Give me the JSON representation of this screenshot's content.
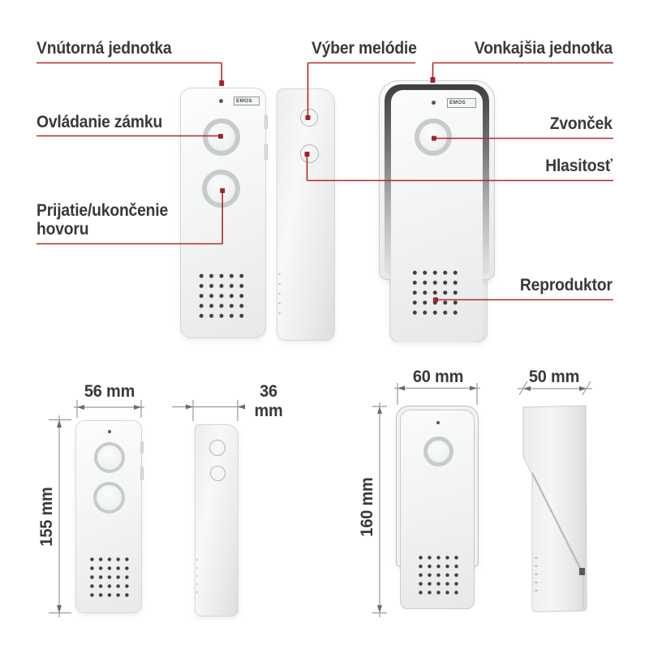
{
  "page": {
    "background": "#ffffff",
    "type": "product-annotation-diagram"
  },
  "brand": {
    "logo_text": "EMOS"
  },
  "colors": {
    "accent_red": "#b2282d",
    "label_text": "#39393b",
    "dimension_line": "#98999b",
    "hood_dark": "#3d3e40",
    "ring_gray": "#c7cbce",
    "speaker_dot": "#3e3e40"
  },
  "callouts": {
    "indoor_unit": "Vnútorná jednotka",
    "lock_control": "Ovládanie zámku",
    "call_accept_end": "Prijatie/ukončenie hovoru",
    "melody_select": "Výber melódie",
    "outdoor_unit": "Vonkajšia jednotka",
    "doorbell": "Zvonček",
    "volume": "Hlasitosť",
    "speaker": "Reproduktor"
  },
  "dimensions": {
    "indoor_width": "56 mm",
    "indoor_depth": "36 mm",
    "indoor_height": "155 mm",
    "outdoor_width": "60 mm",
    "outdoor_depth": "50 mm",
    "outdoor_height": "160 mm"
  }
}
